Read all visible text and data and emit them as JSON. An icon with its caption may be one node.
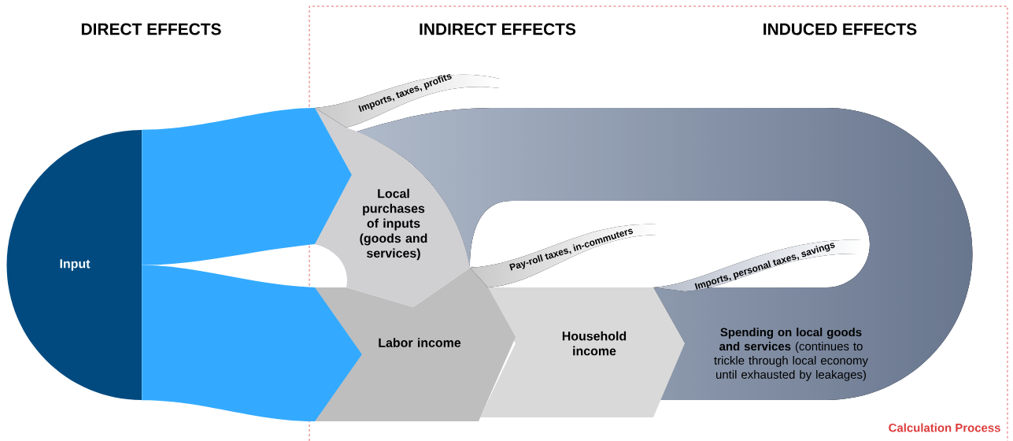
{
  "diagram": {
    "nodes": [
      {
        "text": [
          "Input"
        ]
      },
      {
        "text": [
          "Local purchases of inputs (goods and services)"
        ]
      },
      {
        "text": [
          "Labor income"
        ]
      },
      {
        "text": [
          "Household income"
        ]
      },
      {
        "text": [
          "**Spending on local goods and services** (continues to trickle through local economy until exhausted by leakages)"
        ]
      },
      {
        "text": [
          "Imports, taxes, profits"
        ]
      },
      {
        "text": [
          "Pay-roll taxes, in-commuters"
        ]
      },
      {
        "text": [
          "Imports, personal taxes, savings"
        ]
      }
    ],
    "edges": [
      {
        "from": 0,
        "to": 1,
        "arrow": "to"
      },
      {
        "from": 0,
        "to": 2,
        "arrow": "to"
      }
    ],
    "labels": [
      "DIRECT EFFECTS",
      "INDIRECT EFFECTS",
      "INDUCED EFFECTS",
      "Calculation Process"
    ]
  }
}
